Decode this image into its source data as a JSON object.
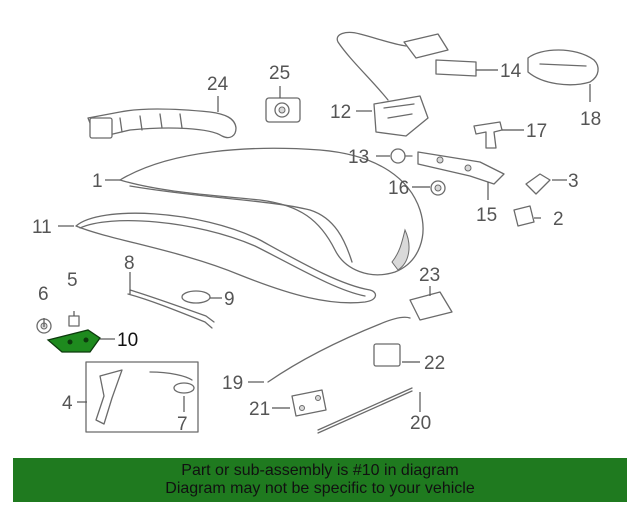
{
  "diagram": {
    "callouts": {
      "c1": "1",
      "c2": "2",
      "c3": "3",
      "c4": "4",
      "c5": "5",
      "c6": "6",
      "c7": "7",
      "c8": "8",
      "c9": "9",
      "c10": "10",
      "c11": "11",
      "c12": "12",
      "c13": "13",
      "c14": "14",
      "c15": "15",
      "c16": "16",
      "c17": "17",
      "c18": "18",
      "c19": "19",
      "c20": "20",
      "c21": "21",
      "c22": "22",
      "c23": "23",
      "c24": "24",
      "c25": "25"
    },
    "highlight_part": "10",
    "highlight_color": "#1e8a1e"
  },
  "banner": {
    "line1": "Part or sub-assembly is #10 in diagram",
    "line2": "Diagram may not be specific to your vehicle",
    "background": "#1f7a1f"
  }
}
